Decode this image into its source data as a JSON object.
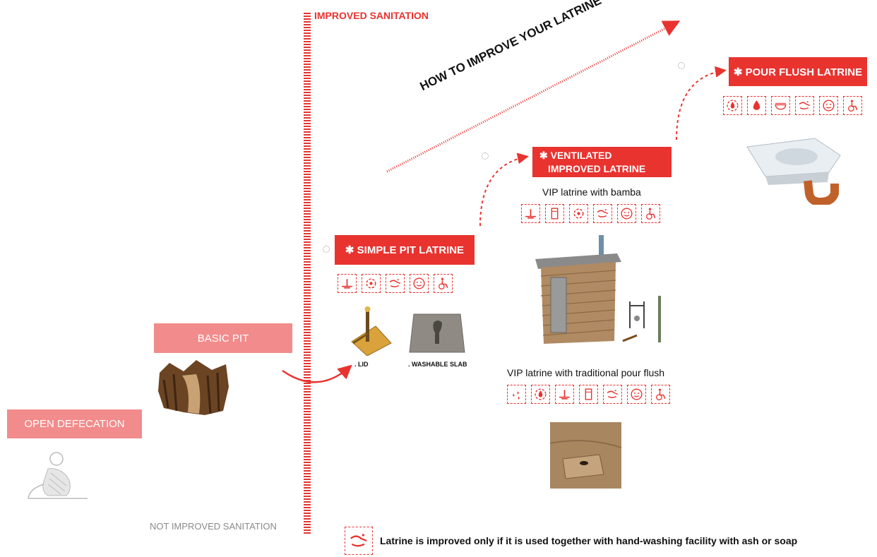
{
  "headers": {
    "improved": "IMPROVED SANITATION",
    "not_improved": "NOT IMPROVED SANITATION",
    "how_to": "HOW TO IMPROVE YOUR LATRINE"
  },
  "stages": {
    "open_defecation": {
      "label": "OPEN DEFECATION"
    },
    "basic_pit": {
      "label": "BASIC PIT"
    },
    "simple_pit": {
      "label": "✱ SIMPLE PIT LATRINE",
      "items": {
        "lid": ". LID",
        "slab": ". WASHABLE SLAB"
      }
    },
    "vip": {
      "line1": "✱ VENTILATED",
      "line2": "IMPROVED LATRINE",
      "caption_bamba": "VIP latrine with bamba",
      "caption_pour": "VIP latrine with traditional pour flush"
    },
    "pour_flush": {
      "label": "✱ POUR FLUSH LATRINE"
    }
  },
  "icon_sets": {
    "simple_pit": [
      "slab-icon",
      "rotate-icon",
      "handwash-icon",
      "smiley-icon",
      "wheelchair-icon"
    ],
    "vip_bamba": [
      "slab-icon",
      "pipe-icon",
      "rotate-icon",
      "handwash-icon",
      "smiley-icon",
      "wheelchair-icon"
    ],
    "vip_pour": [
      "drops-icon",
      "rotate-drop-icon",
      "slab-icon",
      "pipe-icon",
      "handwash-icon",
      "smiley-icon",
      "wheelchair-icon"
    ],
    "pour_flush": [
      "rotate-drop-icon",
      "drop-icon",
      "basin-icon",
      "handwash-icon",
      "smiley-icon",
      "wheelchair-icon"
    ]
  },
  "footer": {
    "note": "Latrine is improved only if it is used together with hand-washing facility with ash or  soap"
  },
  "colors": {
    "accent": "#e8332f",
    "pink": "#f28b8b"
  }
}
